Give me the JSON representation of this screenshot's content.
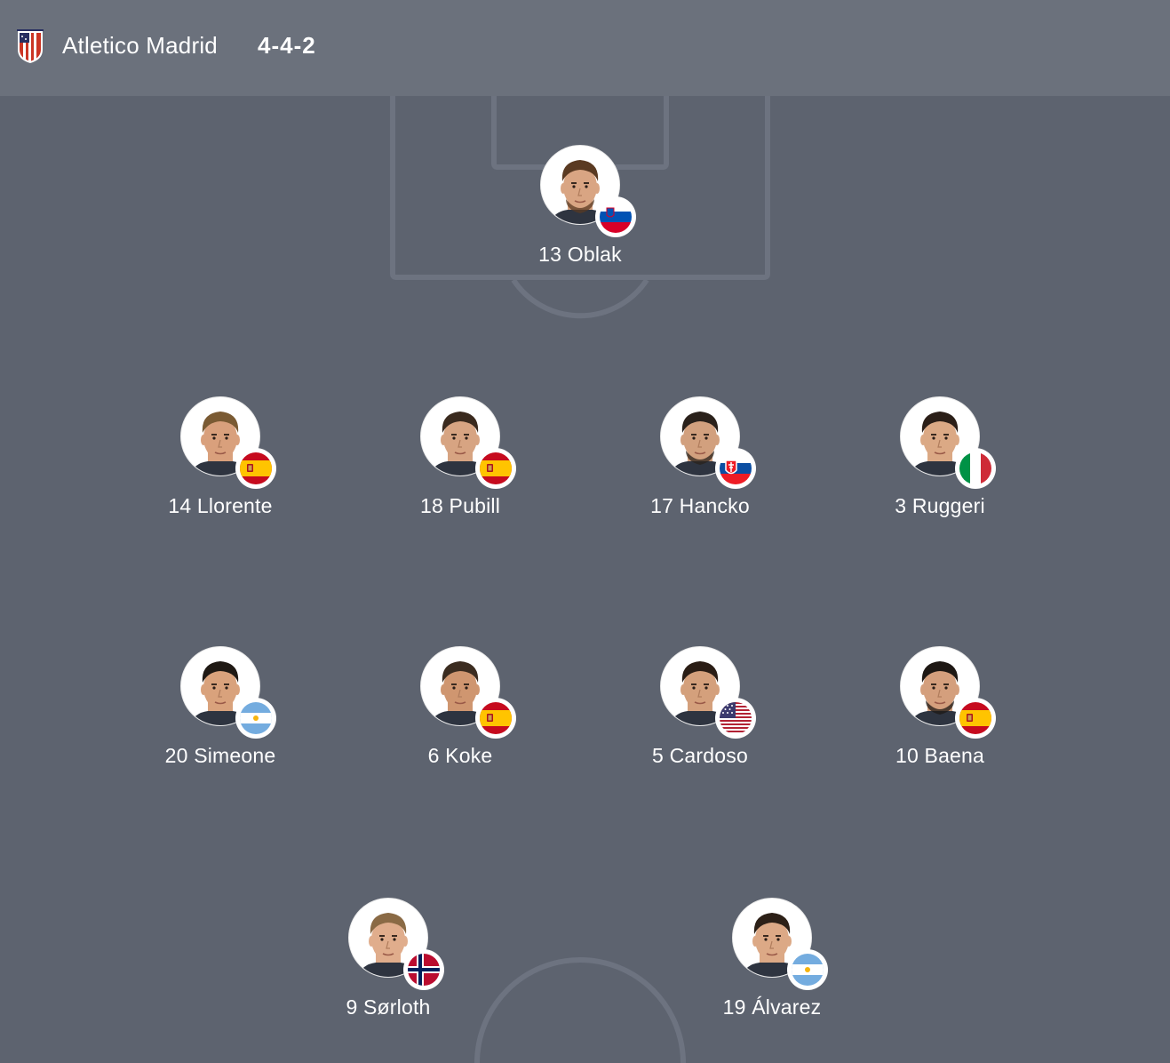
{
  "team": {
    "name": "Atletico Madrid",
    "formation": "4-4-2",
    "crest_icon": "atletico-madrid-crest-icon"
  },
  "colors": {
    "background": "#5d636f",
    "header": "#6b717c",
    "pitch_lines": "#6d7380",
    "text": "#ffffff"
  },
  "players": [
    {
      "id": "oblak",
      "label": "13 Oblak",
      "flag": "slovenia",
      "hair": "#5a3a22",
      "skin": "#d9a583",
      "beard": true
    },
    {
      "id": "llorente",
      "label": "14 Llorente",
      "flag": "spain",
      "hair": "#7a5a33",
      "skin": "#d9a07c",
      "beard": false
    },
    {
      "id": "pubill",
      "label": "18 Pubill",
      "flag": "spain",
      "hair": "#3a2a1e",
      "skin": "#d7a482",
      "beard": false
    },
    {
      "id": "hancko",
      "label": "17 Hancko",
      "flag": "slovakia",
      "hair": "#2a211b",
      "skin": "#d2a07e",
      "beard": true
    },
    {
      "id": "ruggeri",
      "label": "3 Ruggeri",
      "flag": "italy",
      "hair": "#2b1f18",
      "skin": "#dba985",
      "beard": false
    },
    {
      "id": "simeone",
      "label": "20 Simeone",
      "flag": "argentina",
      "hair": "#1f1914",
      "skin": "#d9a27c",
      "beard": false
    },
    {
      "id": "koke",
      "label": "6 Koke",
      "flag": "spain",
      "hair": "#3b2c20",
      "skin": "#cf9670",
      "beard": false
    },
    {
      "id": "cardoso",
      "label": "5 Cardoso",
      "flag": "usa",
      "hair": "#2a1d15",
      "skin": "#d4a07c",
      "beard": false
    },
    {
      "id": "baena",
      "label": "10 Baena",
      "flag": "spain",
      "hair": "#1e1814",
      "skin": "#d49f7d",
      "beard": true
    },
    {
      "id": "sorloth",
      "label": "9 Sørloth",
      "flag": "norway",
      "hair": "#8a6a45",
      "skin": "#e0ad8c",
      "beard": false
    },
    {
      "id": "alvarez",
      "label": "19 Álvarez",
      "flag": "argentina",
      "hair": "#2c2017",
      "skin": "#dca986",
      "beard": false
    }
  ]
}
